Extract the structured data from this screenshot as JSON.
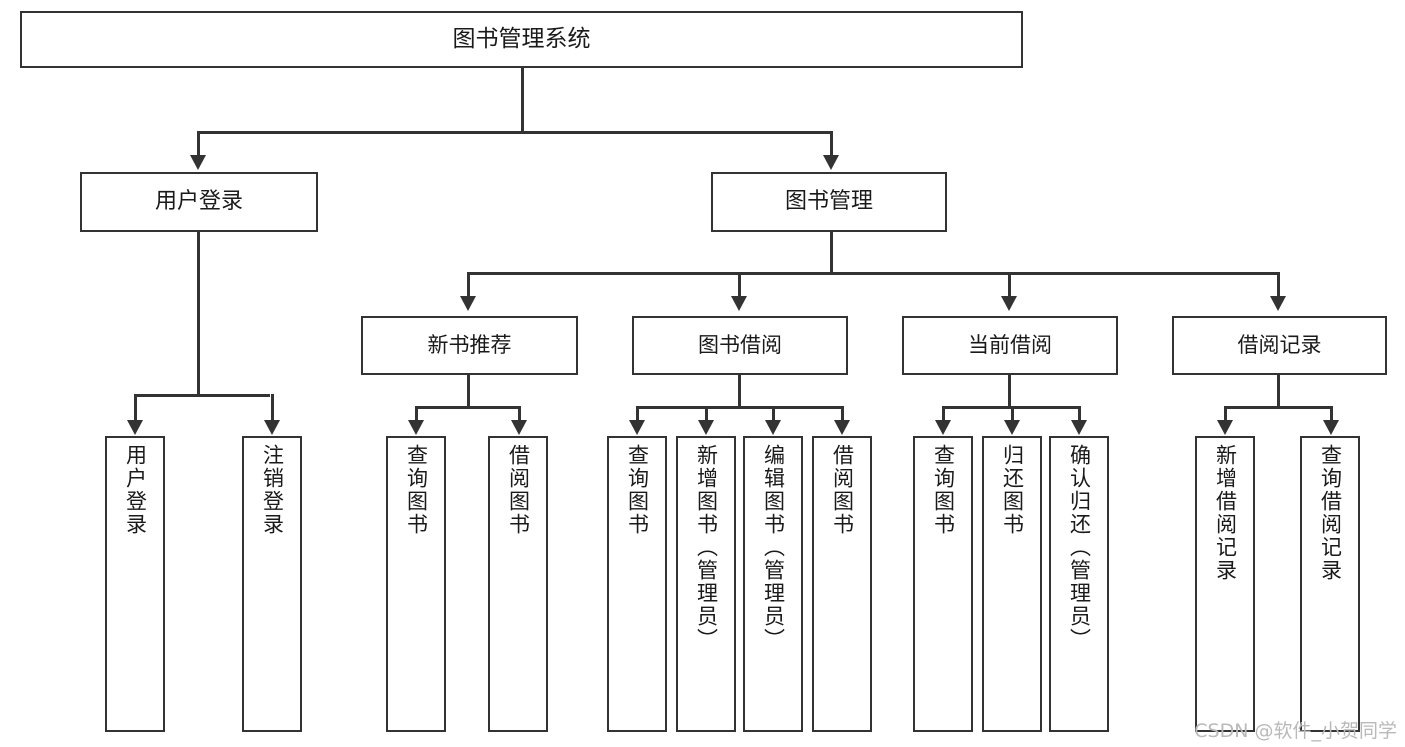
{
  "diagram": {
    "title": "图书管理系统",
    "type": "tree",
    "root": {
      "label": "图书管理系统"
    },
    "level1": [
      {
        "label": "用户登录"
      },
      {
        "label": "图书管理"
      }
    ],
    "level2": [
      {
        "label": "新书推荐"
      },
      {
        "label": "图书借阅"
      },
      {
        "label": "当前借阅"
      },
      {
        "label": "借阅记录"
      }
    ],
    "leaves": {
      "user_login": [
        {
          "label": "用户登录"
        },
        {
          "label": "注销登录"
        }
      ],
      "new_book_recommend": [
        {
          "label": "查询图书"
        },
        {
          "label": "借阅图书"
        }
      ],
      "book_borrow": [
        {
          "label": "查询图书"
        },
        {
          "label": "新增图书（管理员）"
        },
        {
          "label": "编辑图书（管理员）"
        },
        {
          "label": "借阅图书"
        }
      ],
      "current_borrow": [
        {
          "label": "查询图书"
        },
        {
          "label": "归还图书"
        },
        {
          "label": "确认归还（管理员）"
        }
      ],
      "borrow_record": [
        {
          "label": "新增借阅记录"
        },
        {
          "label": "查询借阅记录"
        }
      ]
    }
  },
  "watermark": {
    "text": "CSDN @软件_小贺同学"
  },
  "colors": {
    "stroke": "#333333",
    "text": "#1a1a1a",
    "background": "#ffffff",
    "watermark": "#b9b9b9"
  }
}
